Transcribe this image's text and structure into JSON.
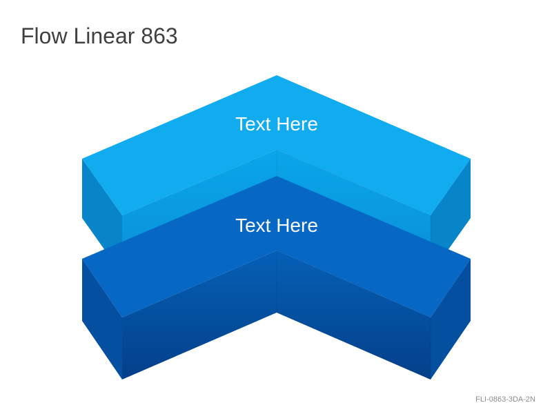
{
  "title": "Flow Linear 863",
  "chevrons": [
    {
      "label": "Text Here",
      "colors": {
        "top": "#11abf0",
        "front_light": "#0aa5ea",
        "front_dark": "#0990d6",
        "side": "#0885c8",
        "bottom_face": "#0b84cc"
      }
    },
    {
      "label": "Text Here",
      "colors": {
        "top": "#0767c4",
        "front_light": "#0560b6",
        "front_dark": "#043f8a",
        "side": "#054fa0",
        "bottom_face": "#043f8a"
      }
    }
  ],
  "code": "FLI-0863-3DA-2N"
}
